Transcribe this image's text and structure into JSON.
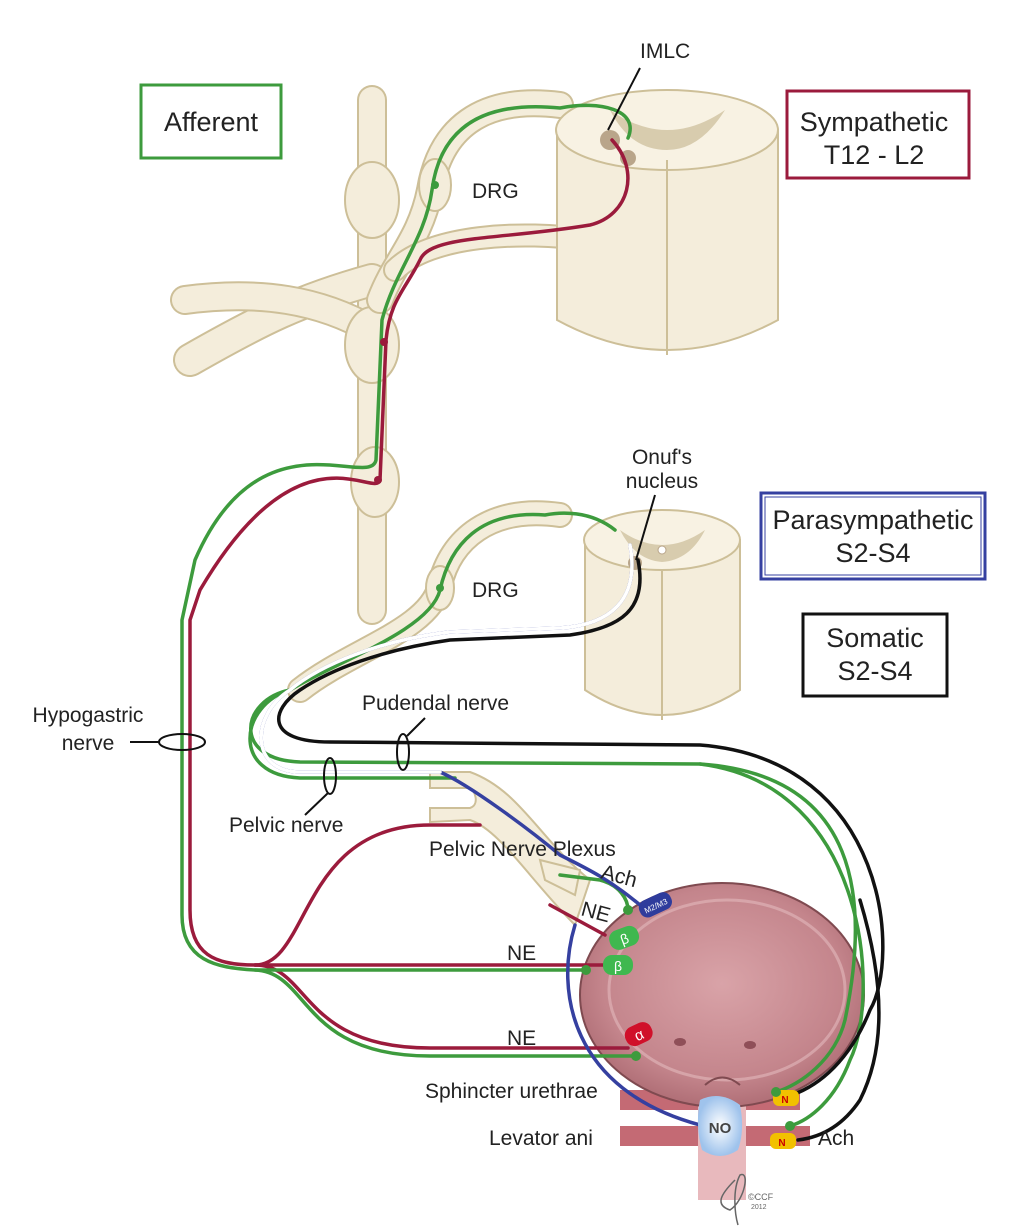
{
  "colors": {
    "afferent": "#3d9b3d",
    "sympathetic": "#9b1b3c",
    "parasympathetic": "#3540a0",
    "somatic": "#111111",
    "bladder": "#c98a90",
    "nerve_tissue": "#f4eddb"
  },
  "legend": {
    "afferent": "Afferent",
    "sympathetic": {
      "line1": "Sympathetic",
      "line2": "T12 - L2"
    },
    "parasympathetic": {
      "line1": "Parasympathetic",
      "line2": "S2-S4"
    },
    "somatic": {
      "line1": "Somatic",
      "line2": "S2-S4"
    }
  },
  "labels": {
    "imlc": "IMLC",
    "drg_upper": "DRG",
    "drg_lower": "DRG",
    "onufs_line1": "Onuf's",
    "onufs_line2": "nucleus",
    "hypogastric_line1": "Hypogastric",
    "hypogastric_line2": "nerve",
    "pudendal": "Pudendal nerve",
    "pelvic": "Pelvic nerve",
    "plexus": "Pelvic Nerve Plexus",
    "ach_top": "Ach",
    "ne_1": "NE",
    "ne_2": "NE",
    "ne_3": "NE",
    "sphincter": "Sphincter urethrae",
    "levator": "Levator ani",
    "ach_bottom": "Ach",
    "no": "NO"
  },
  "receptors": {
    "muscarinic": "M2/M3",
    "beta_1": "β",
    "beta_2": "β",
    "alpha": "α",
    "nicotinic_1": "N",
    "nicotinic_2": "N"
  },
  "credit": {
    "copyright": "©CCF",
    "year": "2012"
  }
}
